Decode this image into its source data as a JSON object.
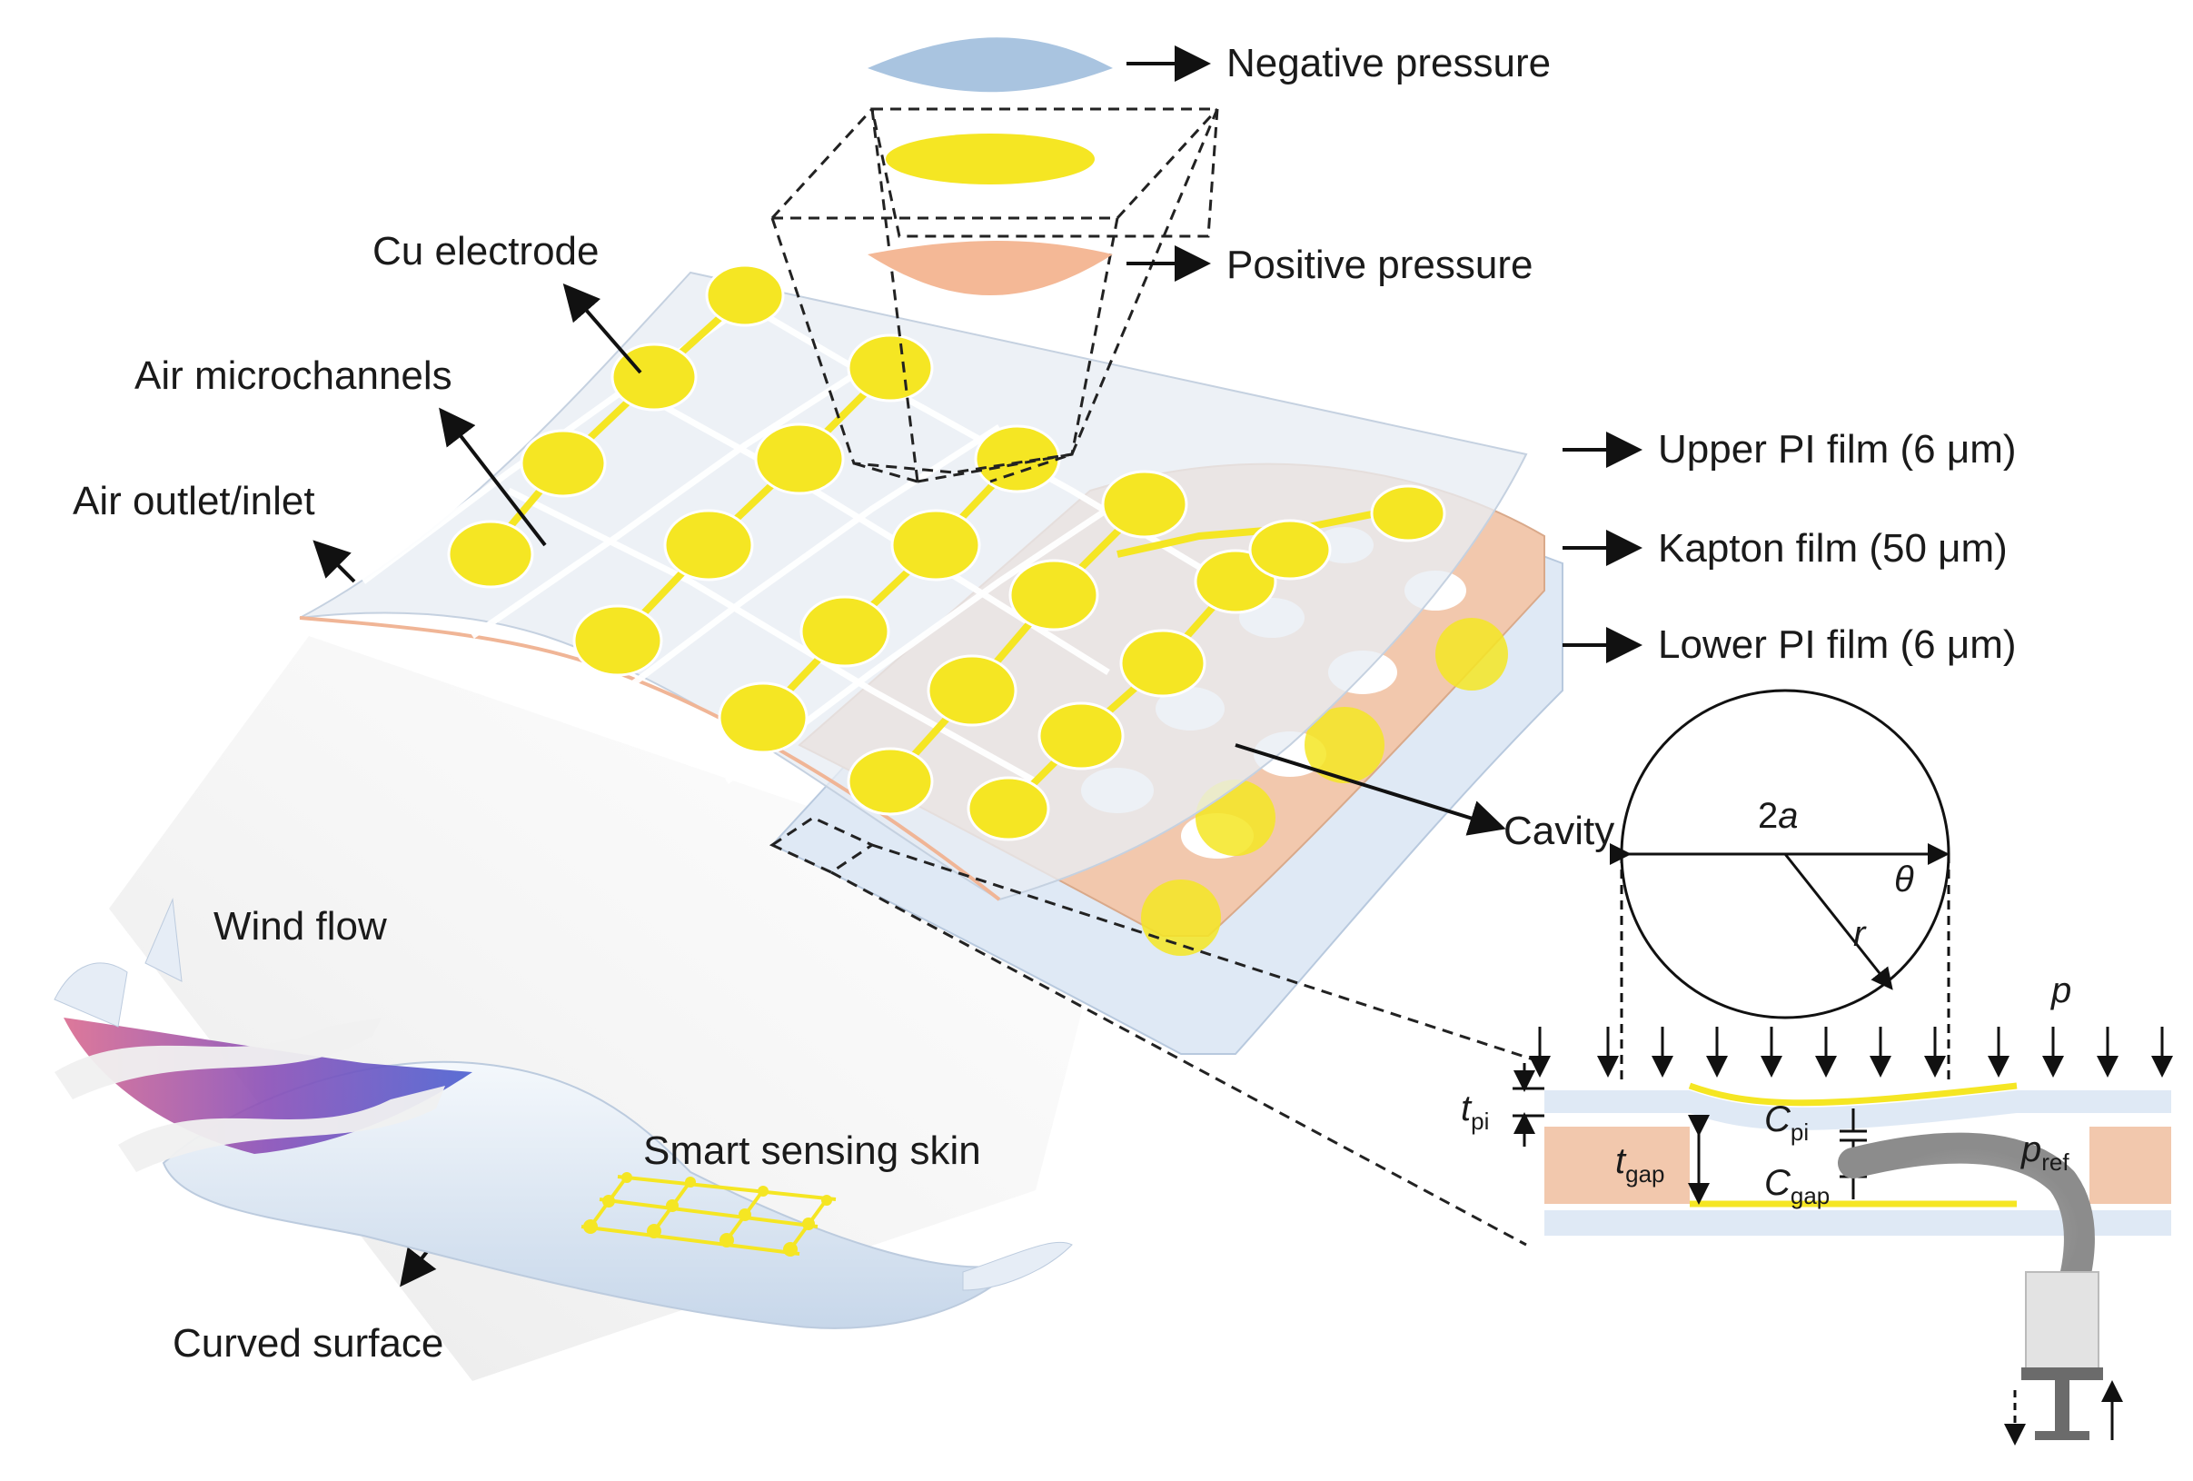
{
  "colors": {
    "electrode": "#f5e623",
    "film_light": "#dfe9f5",
    "kapton": "#f2c8ad",
    "negative_lens": "#a9c4e0",
    "positive_lens": "#f4b896",
    "outline": "#222222"
  },
  "labels": {
    "negative_pressure": "Negative pressure",
    "positive_pressure": "Positive pressure",
    "cu_electrode": "Cu electrode",
    "air_microchannels": "Air microchannels",
    "air_outlet_inlet": "Air outlet/inlet",
    "upper_pi_film": "Upper PI film (6 μm)",
    "kapton_film": "Kapton film (50 μm)",
    "lower_pi_film": "Lower PI film (6 μm)",
    "cavity": "Cavity",
    "wind_flow": "Wind flow",
    "smart_sensing_skin": "Smart sensing skin",
    "curved_surface": "Curved surface"
  },
  "symbols": {
    "diameter": {
      "main": "2",
      "italic": "a"
    },
    "theta": "θ",
    "radius": "r",
    "pressure": "p",
    "t_pi": {
      "main": "t",
      "sub": "pi"
    },
    "t_gap": {
      "main": "t",
      "sub": "gap"
    },
    "c_pi": {
      "main": "C",
      "sub": "pi"
    },
    "c_gap": {
      "main": "C",
      "sub": "gap"
    },
    "p_ref": {
      "main": "p",
      "sub": "ref"
    }
  }
}
